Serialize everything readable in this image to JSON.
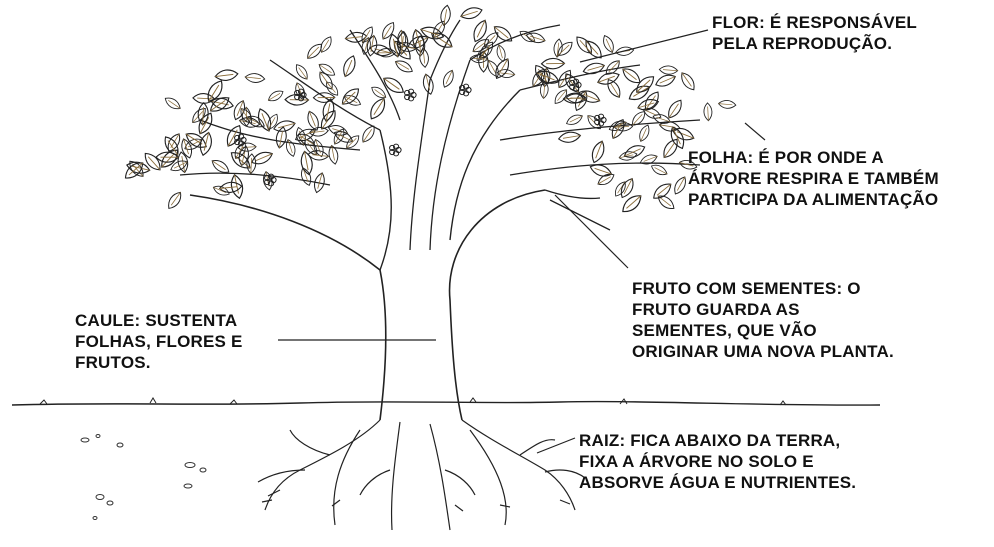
{
  "labels": {
    "flor": {
      "lines": [
        "FLOR: É RESPONSÁVEL",
        "PELA REPRODUÇÃO."
      ]
    },
    "folha": {
      "lines": [
        "FOLHA: É POR ONDE A",
        "ÁRVORE RESPIRA E TAMBÉM",
        "PARTICIPA DA ALIMENTAÇÃO"
      ]
    },
    "fruto": {
      "lines": [
        "FRUTO COM SEMENTES: O",
        "FRUTO GUARDA AS",
        "SEMENTES, QUE VÃO",
        "ORIGINAR UMA NOVA PLANTA."
      ]
    },
    "caule": {
      "lines": [
        "CAULE: SUSTENTA",
        "FOLHAS, FLORES E",
        "FRUTOS."
      ]
    },
    "raiz": {
      "lines": [
        "RAIZ: FICA ABAIXO DA TERRA,",
        "FIXA A ÁRVORE NO SOLO E",
        "ABSORVE ÁGUA E NUTRIENTES."
      ]
    }
  },
  "colors": {
    "ink": "#111111",
    "stem": "#8a6d3b",
    "background": "#ffffff"
  }
}
